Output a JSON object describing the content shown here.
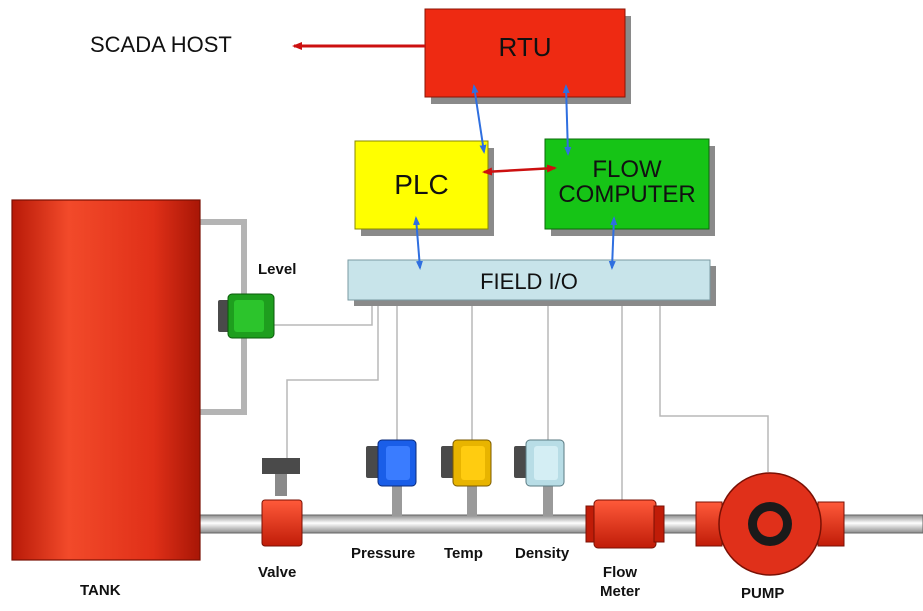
{
  "scada_host_label": "SCADA HOST",
  "boxes": {
    "rtu": "RTU",
    "plc": "PLC",
    "flow_computer_line1": "FLOW",
    "flow_computer_line2": "COMPUTER",
    "field_io": "FIELD I/O"
  },
  "instruments": {
    "level": "Level",
    "pressure": "Pressure",
    "temp": "Temp",
    "density": "Density",
    "valve": "Valve",
    "flow_meter_line1": "Flow",
    "flow_meter_line2": "Meter"
  },
  "equipment": {
    "tank": "TANK",
    "pump": "PUMP"
  },
  "colors": {
    "rtu": "#ee2a12",
    "plc": "#ffff00",
    "flow_computer": "#16c416",
    "field_io": "#c8e4ea",
    "tank": "#e0301a",
    "signal_arrow": "#2f6fe0",
    "scada_arrow": "#cc1010",
    "pressure_sensor": "#1a5ee8",
    "temp_sensor": "#e8b400",
    "density_sensor": "#b8dde6",
    "level_sensor": "#1fa81f"
  }
}
